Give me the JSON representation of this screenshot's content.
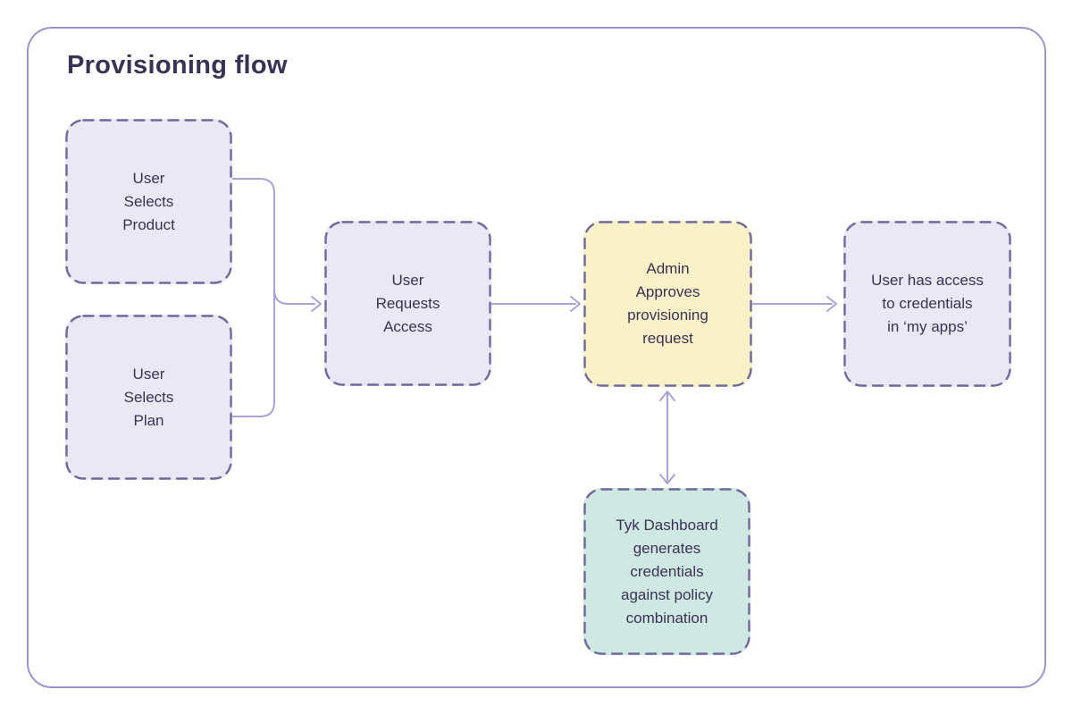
{
  "title": "Provisioning flow",
  "colors": {
    "frame_border": "#9B95C9",
    "connector": "#A9A4D6",
    "node_border": "#6F6A9B",
    "text": "#3A3254",
    "lavender_fill": "#E9E8F4",
    "yellow_fill": "#FBF1C8",
    "teal_fill": "#CFE8E2"
  },
  "nodes": [
    {
      "id": "user-selects-product",
      "label": "User\nSelects\nProduct",
      "fill": "#E9E8F4"
    },
    {
      "id": "user-selects-plan",
      "label": "User\nSelects\nPlan",
      "fill": "#E9E8F4"
    },
    {
      "id": "user-requests-access",
      "label": "User\nRequests\nAccess",
      "fill": "#E9E8F4"
    },
    {
      "id": "admin-approves-request",
      "label": "Admin\nApproves\nprovisioning\nrequest",
      "fill": "#FBF1C8"
    },
    {
      "id": "user-has-access",
      "label": "User has access\nto credentials\nin ‘my apps’",
      "fill": "#E9E8F4"
    },
    {
      "id": "tyk-dashboard-generates",
      "label": "Tyk Dashboard\ngenerates\ncredentials\nagainst policy\ncombination",
      "fill": "#CFE8E2"
    }
  ],
  "edges": [
    {
      "from": "user-selects-product",
      "to": "user-requests-access",
      "type": "merge"
    },
    {
      "from": "user-selects-plan",
      "to": "user-requests-access",
      "type": "merge"
    },
    {
      "from": "user-requests-access",
      "to": "admin-approves-request",
      "type": "arrow"
    },
    {
      "from": "admin-approves-request",
      "to": "user-has-access",
      "type": "arrow"
    },
    {
      "from": "admin-approves-request",
      "to": "tyk-dashboard-generates",
      "type": "bidirectional"
    }
  ]
}
